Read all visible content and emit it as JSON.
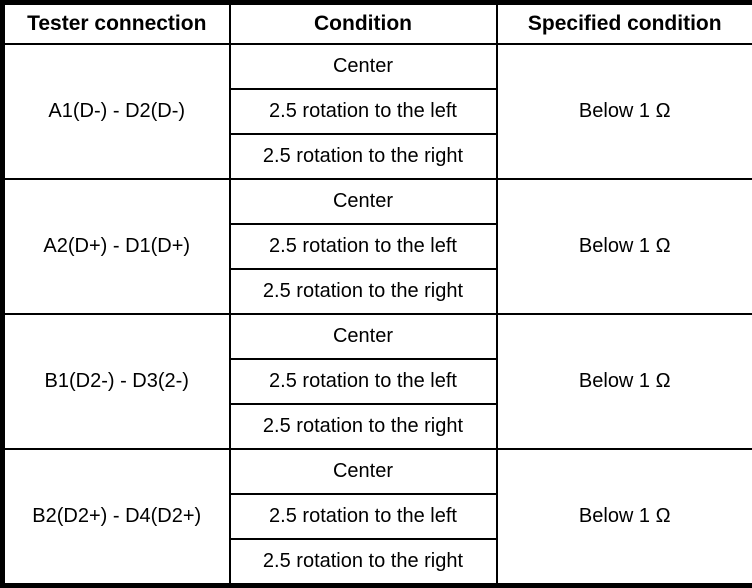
{
  "table": {
    "headers": {
      "tester_connection": "Tester connection",
      "condition": "Condition",
      "specified_condition": "Specified condition"
    },
    "groups": [
      {
        "connection": "A1(D-) - D2(D-)",
        "conditions": [
          "Center",
          "2.5 rotation to the left",
          "2.5 rotation to the right"
        ],
        "specified": "Below 1 Ω"
      },
      {
        "connection": "A2(D+) - D1(D+)",
        "conditions": [
          "Center",
          "2.5 rotation to the left",
          "2.5 rotation to the right"
        ],
        "specified": "Below 1 Ω"
      },
      {
        "connection": "B1(D2-) - D3(2-)",
        "conditions": [
          "Center",
          "2.5 rotation to the left",
          "2.5 rotation to the right"
        ],
        "specified": "Below 1 Ω"
      },
      {
        "connection": "B2(D2+) - D4(D2+)",
        "conditions": [
          "Center",
          "2.5 rotation to the left",
          "2.5 rotation to the right"
        ],
        "specified": "Below 1 Ω"
      }
    ],
    "colors": {
      "border": "#000000",
      "background": "#ffffff",
      "text": "#000000"
    }
  }
}
